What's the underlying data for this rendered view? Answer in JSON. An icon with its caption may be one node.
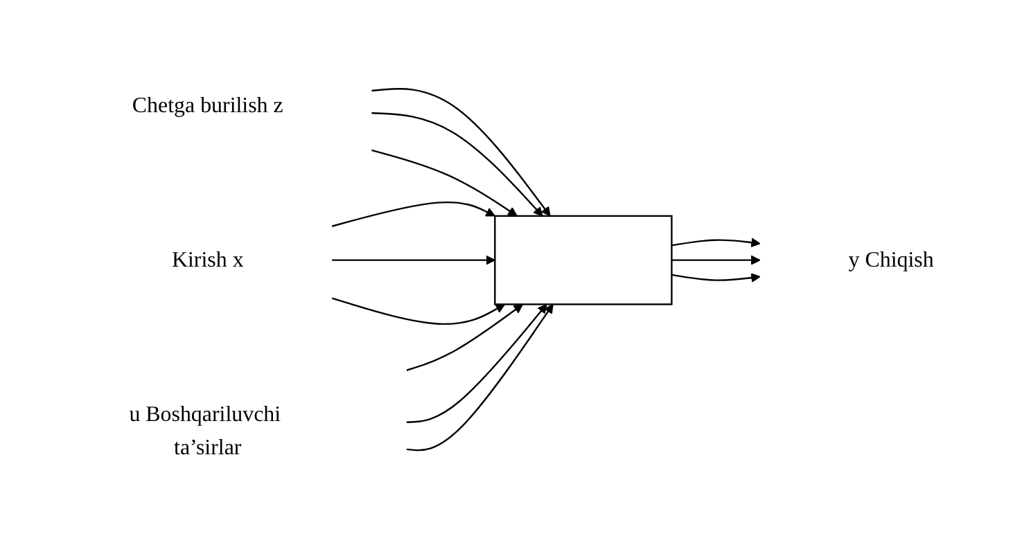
{
  "diagram": {
    "nodes": [
      {
        "text": [
          "Chetga burilish z"
        ]
      },
      {
        "text": [
          "Kirish x"
        ]
      },
      {
        "text": [],
        "shape": "box"
      },
      {
        "text": [
          "y Chiqish"
        ]
      },
      {
        "text": [
          "u Boshqariluvchi ta’sirlar"
        ]
      }
    ],
    "edges": [
      {
        "from": 0,
        "to": 2,
        "arrow": "to"
      },
      {
        "from": 0,
        "to": 2,
        "arrow": "to"
      },
      {
        "from": 0,
        "to": 2,
        "arrow": "to"
      },
      {
        "from": 1,
        "to": 2,
        "arrow": "to"
      },
      {
        "from": 1,
        "to": 2,
        "arrow": "to"
      },
      {
        "from": 1,
        "to": 2,
        "arrow": "to"
      },
      {
        "from": 2,
        "to": 3,
        "arrow": "to"
      },
      {
        "from": 2,
        "to": 3,
        "arrow": "to"
      },
      {
        "from": 2,
        "to": 3,
        "arrow": "to"
      },
      {
        "from": 4,
        "to": 2,
        "arrow": "to"
      },
      {
        "from": 4,
        "to": 2,
        "arrow": "to"
      },
      {
        "from": 4,
        "to": 2,
        "arrow": "to"
      }
    ]
  }
}
